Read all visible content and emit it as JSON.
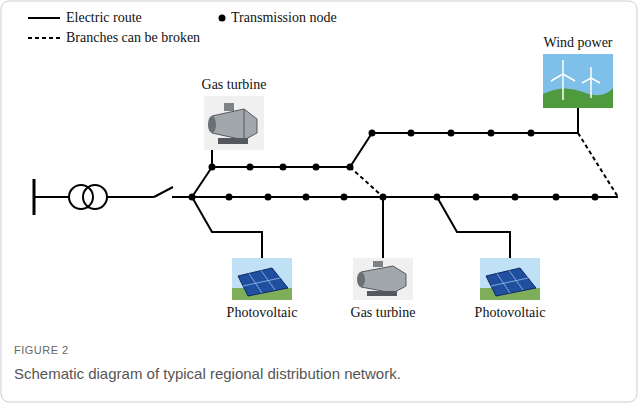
{
  "diagram": {
    "caption": "Schematic diagram of typical regional distribution network.",
    "labels": [
      "Gas turbine",
      "Wind power",
      "Photovoltaic",
      "Gas turbine",
      "Photovoltaic",
      "FIGURE 2"
    ],
    "legend": [
      {
        "text": "Electric route"
      },
      {
        "text": "Transmission node"
      },
      {
        "text": "Branches can be broken"
      }
    ]
  }
}
